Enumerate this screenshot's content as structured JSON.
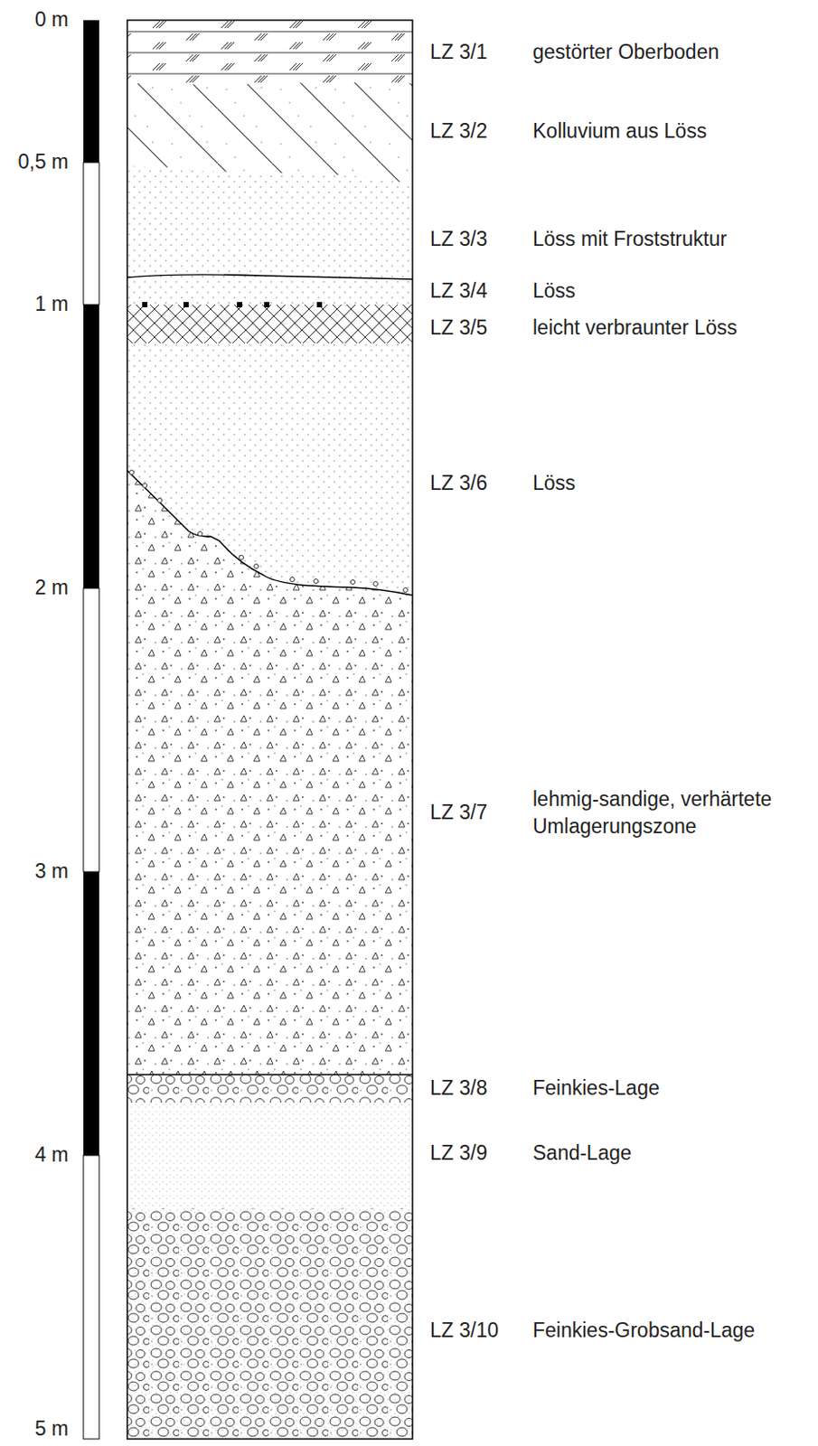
{
  "diagram": {
    "labels": [
      "0 m",
      "0,5 m",
      "1 m",
      "2 m",
      "3 m",
      "4 m",
      "5 m",
      "LZ 3/1",
      "gestörter Oberboden",
      "LZ 3/2",
      "Kolluvium aus Löss",
      "LZ 3/3",
      "Löss mit Froststruktur",
      "LZ 3/4",
      "Löss",
      "LZ 3/5",
      "leicht verbraunter Löss",
      "LZ 3/6",
      "Löss",
      "LZ 3/7",
      "lehmig-sandige, verhärtete Umlagerungszone",
      "LZ 3/8",
      "Feinkies-Lage",
      "LZ 3/9",
      "Sand-Lage",
      "LZ 3/10",
      "Feinkies-Grobsand-Lage"
    ]
  }
}
